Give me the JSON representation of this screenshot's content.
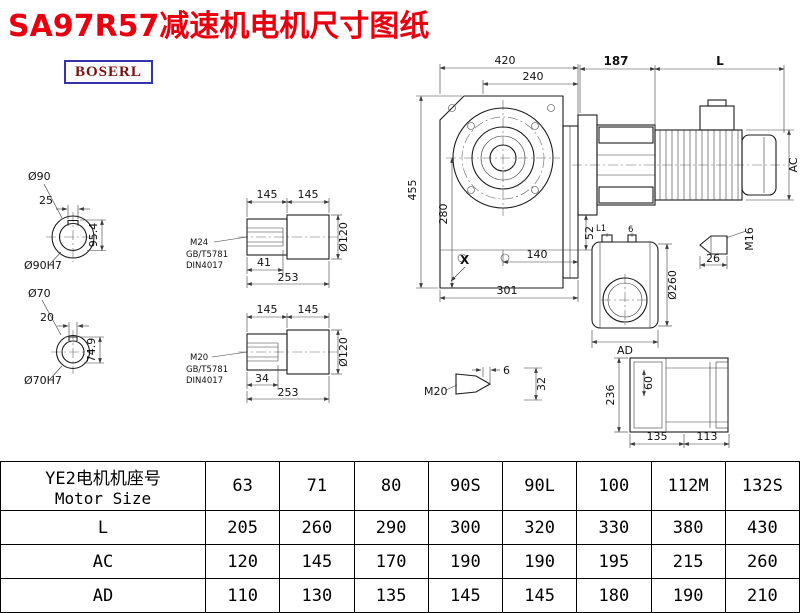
{
  "page": {
    "title": "SA97R57减速机电机尺寸图纸",
    "brand": "BOSERL"
  },
  "colors": {
    "title_red": "#e8000f",
    "brand_text": "#7a1010",
    "brand_border": "#3333aa",
    "line": "#1c1c1c"
  },
  "drawing": {
    "main_view": {
      "w420": "420",
      "w240": "240",
      "h455": "455",
      "h280": "280",
      "h52": "52",
      "w140": "140",
      "x_mark": "X",
      "w301": "301"
    },
    "motor_view": {
      "w187": "187",
      "wL": "L",
      "hAC": "AC"
    },
    "bore90": {
      "dia": "Ø90",
      "key_w": "25",
      "key_h": "95.4",
      "fit": "Ø90H7"
    },
    "bore70": {
      "dia": "Ø70",
      "key_w": "20",
      "key_h": "74.9",
      "fit": "Ø70H7"
    },
    "shaft_top": {
      "seg1": "145",
      "seg2": "145",
      "dia": "Ø120",
      "thread": "M24",
      "std1": "GB/T5781",
      "std2": "DIN4017",
      "l41": "41",
      "l253": "253"
    },
    "shaft_bottom": {
      "seg1": "145",
      "seg2": "145",
      "dia": "Ø120",
      "thread": "M20",
      "std1": "GB/T5781",
      "std2": "DIN4017",
      "l34": "34",
      "l253": "253"
    },
    "flange_view": {
      "l1": "L1",
      "g6": "6",
      "dia260": "Ø260",
      "ad": "AD"
    },
    "plug_m16": {
      "thread": "M16",
      "l26": "26"
    },
    "plug_m20": {
      "thread": "M20",
      "tip6": "6",
      "h32": "32"
    },
    "side_view": {
      "h236": "236",
      "h60": "60",
      "w135": "135",
      "w113": "113"
    }
  },
  "table": {
    "header": {
      "label_cn": "YE2电机机座号",
      "label_en": "Motor Size",
      "sizes": [
        "63",
        "71",
        "80",
        "90S",
        "90L",
        "100",
        "112M",
        "132S"
      ]
    },
    "rows": [
      {
        "label": "L",
        "values": [
          "205",
          "260",
          "290",
          "300",
          "320",
          "330",
          "380",
          "430"
        ]
      },
      {
        "label": "AC",
        "values": [
          "120",
          "145",
          "170",
          "190",
          "190",
          "195",
          "215",
          "260"
        ]
      },
      {
        "label": "AD",
        "values": [
          "110",
          "130",
          "135",
          "145",
          "145",
          "180",
          "190",
          "210"
        ]
      }
    ]
  }
}
